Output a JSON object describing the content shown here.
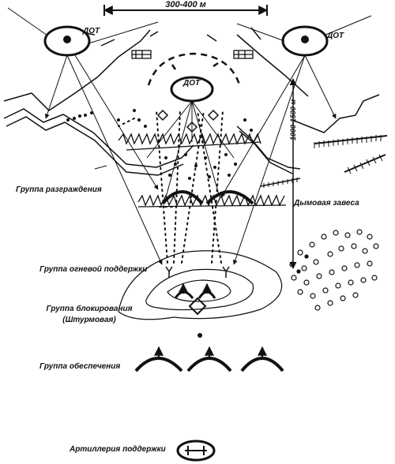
{
  "distance_label": "300-400 м",
  "depth_label": "1000-1500 м",
  "dot_labels": [
    "ДОТ",
    "ДОТ",
    "ДОТ"
  ],
  "groups": {
    "obstacle_clearing": "Группа разграждения",
    "fire_support": "Группа огневой поддержки",
    "blocking_line1": "Группа блокирования",
    "blocking_line2": "(Штурмовая)",
    "security": "Группа обеспечения",
    "artillery": "Артиллерия поддержки"
  },
  "smoke_label": "Дымовая завеса"
}
